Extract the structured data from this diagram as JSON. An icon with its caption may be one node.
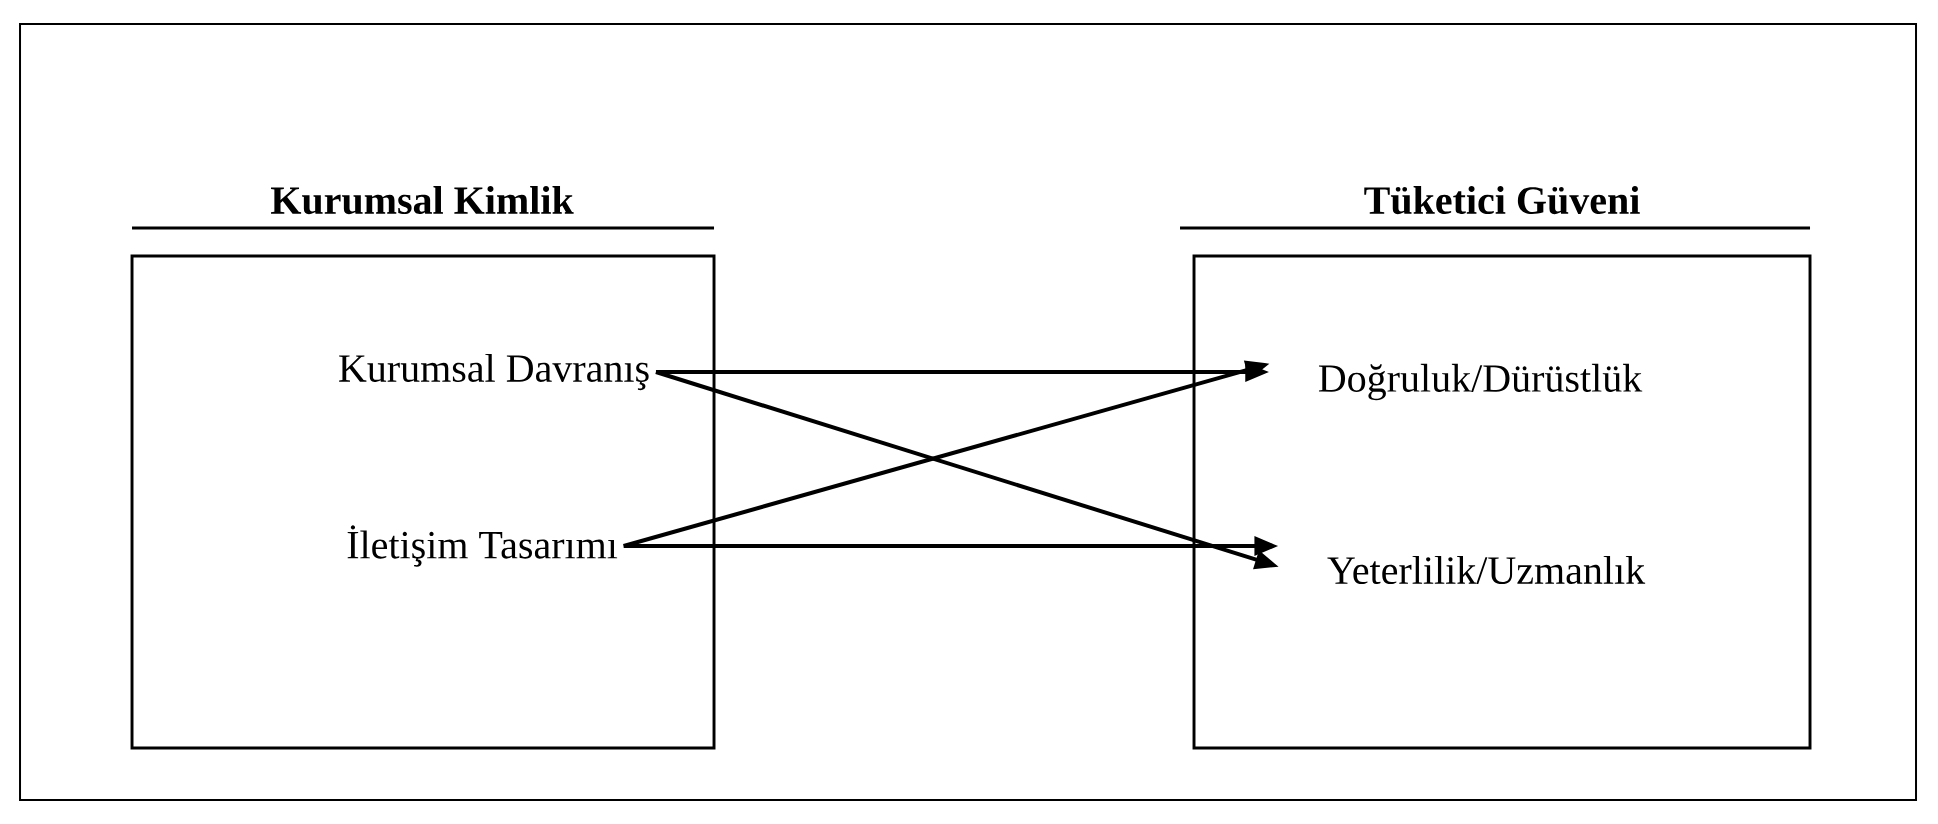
{
  "diagram": {
    "nodes": [
      {
        "text": [
          "Kurumsal Kimlik"
        ]
      },
      {
        "text": [
          "Kurumsal Davranış"
        ],
        "in": 0
      },
      {
        "text": [
          "İletişim Tasarımı"
        ],
        "in": 0
      },
      {
        "text": [
          "Tüketici Güveni"
        ]
      },
      {
        "text": [
          "Doğruluk/Dürüstlük"
        ],
        "in": 3
      },
      {
        "text": [
          "Yeterlilik/Uzmanlık"
        ],
        "in": 3
      }
    ],
    "edges": [
      {
        "from": 1,
        "to": 4,
        "arrow": "to"
      },
      {
        "from": 1,
        "to": 5,
        "arrow": "to"
      },
      {
        "from": 2,
        "to": 4,
        "arrow": "to"
      },
      {
        "from": 2,
        "to": 5,
        "arrow": "to"
      }
    ]
  }
}
